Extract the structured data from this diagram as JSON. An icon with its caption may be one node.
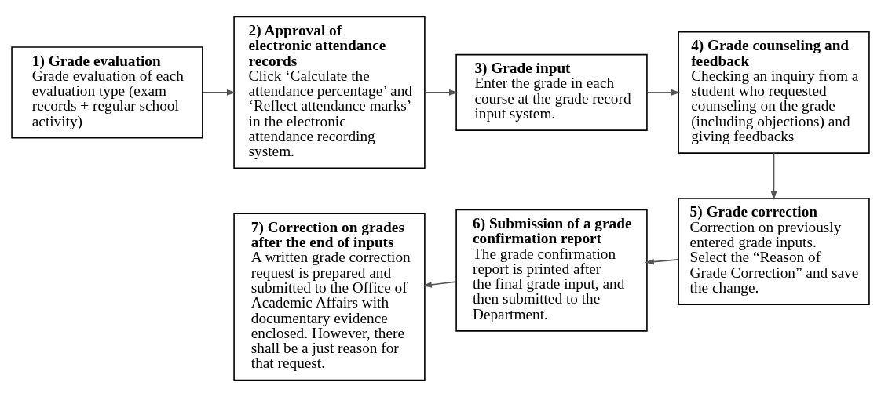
{
  "diagram": {
    "nodes": [
      {
        "text": [
          "1) Grade evaluation",
          "Grade evaluation of each evaluation type (exam records + regular school activity)"
        ]
      },
      {
        "text": [
          "2) Approval of electronic attendance records",
          "Click ‘Calculate the attendance percentage’ and ‘Reflect attendance marks’ in the electronic attendance recording system."
        ]
      },
      {
        "text": [
          "3) Grade input",
          "Enter the grade in each course at the grade record input system."
        ]
      },
      {
        "text": [
          "4) Grade counseling and feedback",
          "Checking an inquiry from a student who requested counseling on the grade (including objections) and giving feedbacks"
        ]
      },
      {
        "text": [
          "5) Grade correction",
          "Correction on previously entered grade inputs. Select the “Reason of Grade Correction” and save the change."
        ]
      },
      {
        "text": [
          "6) Submission of a grade confirmation report",
          "The grade confirmation report is printed after the final grade input, and then submitted to the Department."
        ]
      },
      {
        "text": [
          "7) Correction on grades after the end of inputs",
          "A written grade correction request is prepared and submitted to the Office of Academic Affairs with documentary evidence enclosed. However, there shall be a just reason for that request."
        ]
      }
    ],
    "edges": [
      {
        "from": 0,
        "to": 1,
        "arrow": "to"
      },
      {
        "from": 1,
        "to": 2,
        "arrow": "to"
      },
      {
        "from": 2,
        "to": 3,
        "arrow": "to"
      },
      {
        "from": 3,
        "to": 4,
        "arrow": "to"
      },
      {
        "from": 4,
        "to": 5,
        "arrow": "to"
      },
      {
        "from": 5,
        "to": 6,
        "arrow": "to"
      }
    ]
  }
}
